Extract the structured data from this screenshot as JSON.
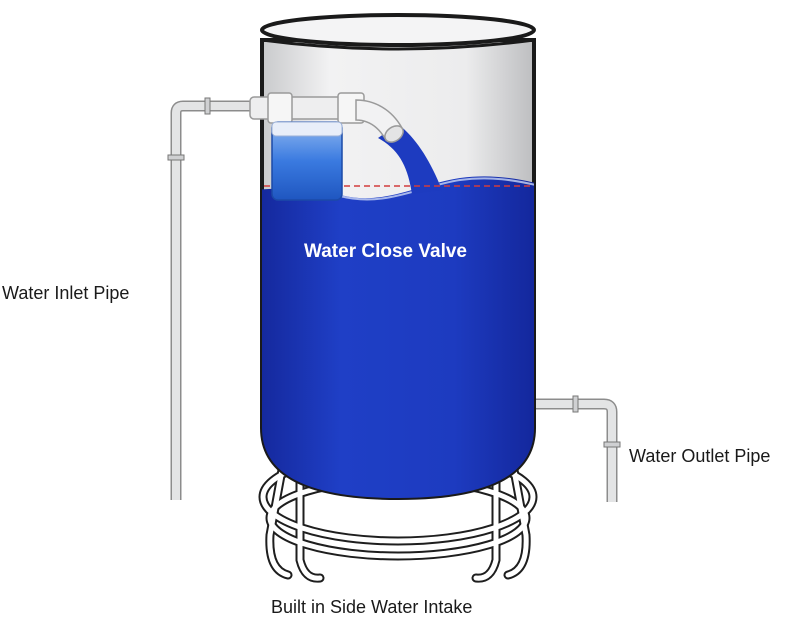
{
  "labels": {
    "inlet_pipe": "Water Inlet Pipe",
    "close_valve": "Water Close Valve",
    "outlet_pipe": "Water Outlet Pipe",
    "side_intake": "Built in Side Water Intake"
  },
  "colors": {
    "water": "#1c39bd",
    "tank_empty": "#e9e9ea",
    "water_level_line": "#d23c3c",
    "pipe": "#d9dadb",
    "pipe_outline": "#8c8c8c",
    "float": "#2f6fd8",
    "stand": "#ffffff",
    "stand_outline": "#1e1e1e"
  },
  "icons": [
    "water-tank",
    "float-valve",
    "water-stream",
    "tank-stand"
  ]
}
